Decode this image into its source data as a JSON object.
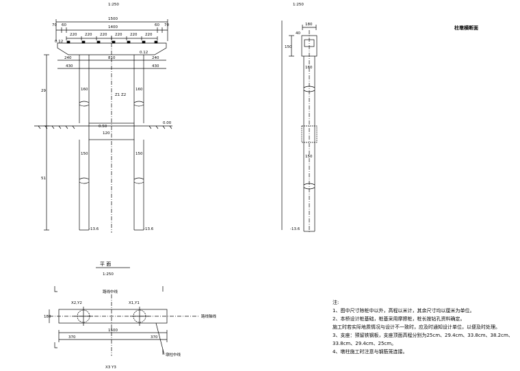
{
  "left_view": {
    "scale": "1:250",
    "dims_top": {
      "overall": "1500",
      "left_end": "70",
      "left_step": "60",
      "middle": "1400",
      "right_step": "60",
      "right_end": "70"
    },
    "bearing_spacing": [
      "220",
      "220",
      "220",
      "220",
      "220",
      "220"
    ],
    "cap_labels": {
      "left_elev": "0.12",
      "right_elev": "0.12"
    },
    "beam_dims": {
      "left": "240",
      "middle": "810",
      "right": "240"
    },
    "col_offsets": {
      "left": "430",
      "right": "430"
    },
    "col_labels": {
      "upper_left": "160",
      "upper_right": "160",
      "lower_left": "150",
      "lower_right": "150"
    },
    "side_dims": {
      "upper": "29",
      "lower": "51"
    },
    "tie_beam": {
      "elev": "0.50",
      "height": "120"
    },
    "ground_level": "0.00",
    "bottom_labels": {
      "left": "-13.6",
      "right": "-13.6"
    },
    "vertical_note": "Z1 Z2"
  },
  "right_view": {
    "scale": "1:250",
    "top_dims": {
      "width": "180",
      "cap": "40"
    },
    "heights": {
      "cap_h": "150",
      "col_top": "160",
      "mid": "150"
    },
    "bottom_label": "-13.6",
    "title": "柱墩横断面"
  },
  "plan_view": {
    "title": "平 面",
    "scale": "1:250",
    "markers": {
      "left": "X2,Y2",
      "right": "X1,Y1"
    },
    "dims": {
      "overall": "1500",
      "left": "370",
      "right": "370",
      "height": "180"
    },
    "labels": {
      "center": "路线中线",
      "axis": "路线轴线",
      "bottom_note": "X3 Y3",
      "pier_axis": "墩柱中线"
    }
  },
  "notes": {
    "heading": "注:",
    "items": [
      "1、图中尺寸除桩中以外，高程以米计，其余尺寸均以厘米为单位。",
      "2、本桥设计桩基础，桩基采用摩擦桩，桩长按钻孔资料确定。",
      "   施工时若实际地质情况与设计不一致时，应及时通知设计单位，以便及时处理。",
      "3、支座：预留铁钢板，支座顶面高程分别为25cm、29.4cm、33.8cm、38.2cm、",
      "   33.8cm、29.4cm、25cm。",
      "4、墩柱施工时注意与钢筋笼连接。"
    ]
  }
}
